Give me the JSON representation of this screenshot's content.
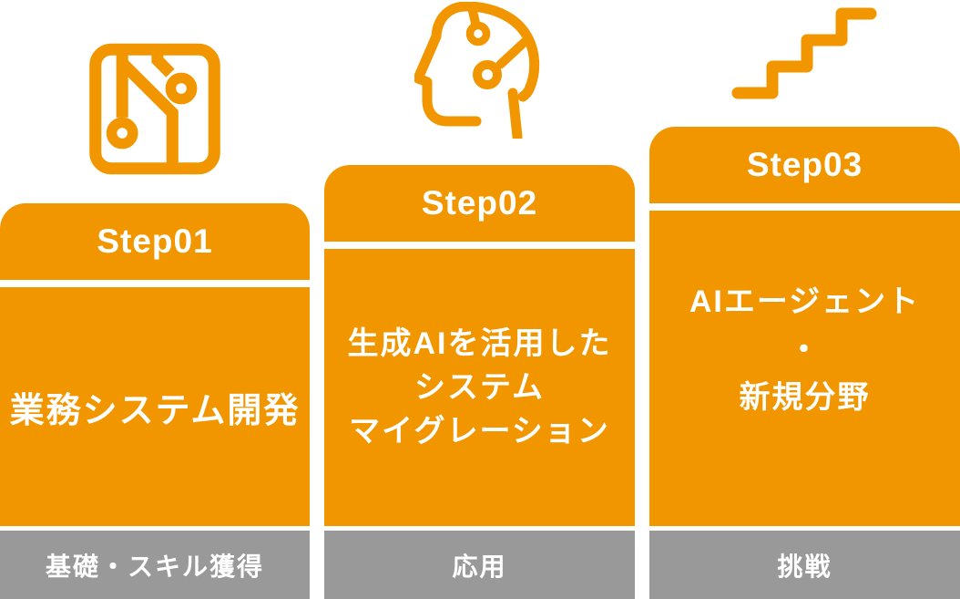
{
  "palette": {
    "accent_orange": "#F29600",
    "footer_gray": "#999999",
    "text_white": "#FFFFFF",
    "page_background": "#FFFFFF"
  },
  "columns": [
    {
      "step_label": "Step01",
      "icon": "circuit-board-icon",
      "body_text": "業務システム開発",
      "footer_label": "基礎・スキル獲得"
    },
    {
      "step_label": "Step02",
      "icon": "ai-head-icon",
      "body_text": "生成AIを活用した\nシステム\nマイグレーション",
      "footer_label": "応用"
    },
    {
      "step_label": "Step03",
      "icon": "stairs-icon",
      "body_text": "AIエージェント\n・\n新規分野",
      "footer_label": "挑戦"
    }
  ]
}
